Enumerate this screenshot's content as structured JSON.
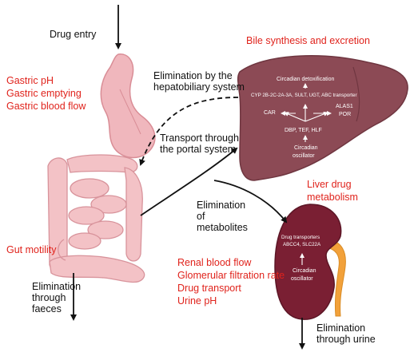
{
  "colors": {
    "accent_red": "#e0231c",
    "liver": "#8c4a55",
    "liver_dark": "#6f3640",
    "kidney": "#7a1f33",
    "gut": "#f3c2c6",
    "stomach": "#f0b7bd",
    "ureter": "#f2a13a",
    "arrow": "#111111"
  },
  "labels": {
    "drug_entry": "Drug entry",
    "gastric": [
      "Gastric pH",
      "Gastric emptying",
      "Gastric blood flow"
    ],
    "elim_hepatobiliary": [
      "Elimination by the",
      "hepatobiliary system"
    ],
    "bile": "Bile synthesis and excretion",
    "transport_portal": [
      "Transport through",
      "the portal system"
    ],
    "liver_metab": [
      "Liver drug",
      "metabolism"
    ],
    "elim_metabolites": [
      "Elimination",
      "of",
      "metabolites"
    ],
    "gut_motility": "Gut motility",
    "elim_faeces": [
      "Elimination",
      "through",
      "faeces"
    ],
    "renal": [
      "Renal blood flow",
      "Glomerular filtration rate",
      "Drug transport",
      "Urine pH"
    ],
    "elim_urine": [
      "Elimination",
      "through urine"
    ]
  },
  "liver_text": {
    "circadian_detox": "Circadian detoxification",
    "enzymes": "CYP 2B-2C-2A-3A,  SULT,  UGT,  ABC transporter",
    "car": "CAR",
    "alas": [
      "ALAS1",
      "POR"
    ],
    "dbp": "DBP, TEF, HLF",
    "oscillator": [
      "Circadian",
      "oscillator"
    ]
  },
  "kidney_text": {
    "transporters": [
      "Drug transporters",
      "ABCC4, SLC22A"
    ],
    "oscillator": [
      "Circadian",
      "oscillator"
    ]
  }
}
